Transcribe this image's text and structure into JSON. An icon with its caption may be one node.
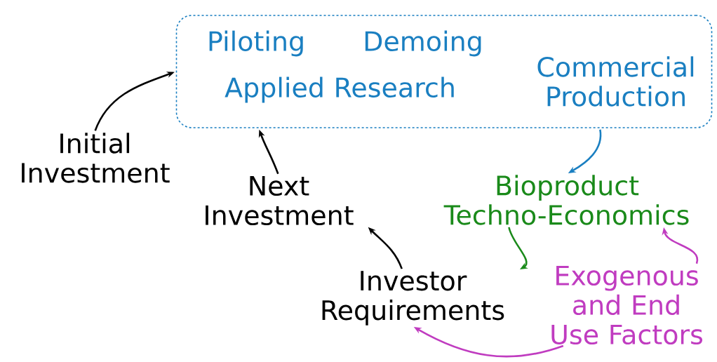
{
  "diagram": {
    "nodes": [
      {
        "text": [
          "Piloting",
          "Demoing",
          "Applied Research",
          "Commercial Production"
        ]
      },
      {
        "text": [
          "Initial Investment"
        ]
      },
      {
        "text": [
          "Next Investment"
        ]
      },
      {
        "text": [
          "Bioproduct Techno-Economics"
        ]
      },
      {
        "text": [
          "Investor Requirements"
        ]
      },
      {
        "text": [
          "Exogenous and End Use Factors"
        ]
      }
    ],
    "edges": [
      {
        "from": 1,
        "to": 0,
        "arrow": "to"
      },
      {
        "from": 2,
        "to": 0,
        "arrow": "to"
      },
      {
        "from": 0,
        "to": 3,
        "arrow": "to",
        "color": "#1a7fc1"
      },
      {
        "from": 3,
        "to": 4,
        "arrow": "to",
        "color": "#1a8a1a"
      },
      {
        "from": 4,
        "to": 2,
        "arrow": "to"
      },
      {
        "from": 5,
        "to": 4,
        "arrow": "to",
        "color": "#c03cc0"
      },
      {
        "from": 5,
        "to": 3,
        "arrow": "to",
        "color": "#c03cc0"
      }
    ]
  }
}
